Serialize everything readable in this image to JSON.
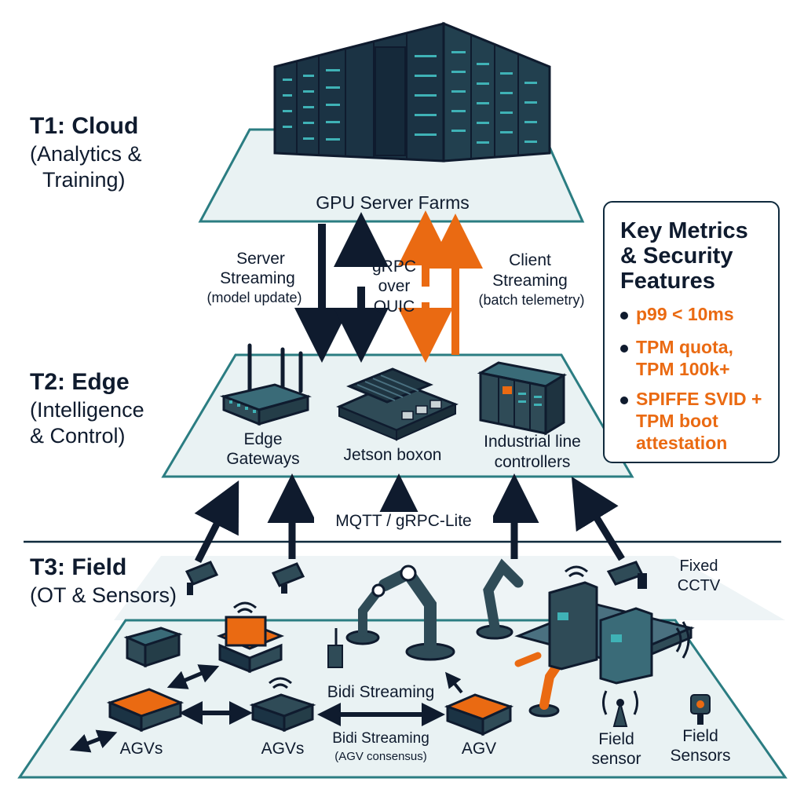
{
  "tiers": {
    "t1": {
      "title": "T1: Cloud",
      "subtitle_l1": "(Analytics &",
      "subtitle_l2": "Training)",
      "node": "GPU Server Farms"
    },
    "t2": {
      "title": "T2: Edge",
      "subtitle_l1": "(Intelligence",
      "subtitle_l2": "& Control)",
      "nodes": {
        "gateways_l1": "Edge",
        "gateways_l2": "Gateways",
        "jetson": "Jetson boxon",
        "controllers_l1": "Industrial line",
        "controllers_l2": "controllers"
      }
    },
    "t3": {
      "title": "T3: Field",
      "subtitle": "(OT & Sensors)"
    }
  },
  "links": {
    "server_streaming": {
      "l1": "Server",
      "l2": "Streaming",
      "note": "(model update)"
    },
    "grpc": {
      "l1": "gRPC",
      "l2": "over",
      "l3": "QUIC"
    },
    "client_streaming": {
      "l1": "Client",
      "l2": "Streaming",
      "note": "(batch telemetry)"
    },
    "mqtt": "MQTT / gRPC-Lite",
    "bidi_top": "Bidi Streaming",
    "bidi_bottom": "Bidi Streaming",
    "bidi_note": "(AGV consensus)"
  },
  "field": {
    "cctv_l1": "Fixed",
    "cctv_l2": "CCTV",
    "agvs_left": "AGVs",
    "agvs_mid": "AGVs",
    "agv": "AGV",
    "field_sensor_l1": "Field",
    "field_sensor_l2": "sensor",
    "field_sensors_l1": "Field",
    "field_sensors_l2": "Sensors"
  },
  "metrics": {
    "title_l1": "Key Metrics",
    "title_l2": "& Security",
    "title_l3": "Features",
    "items": [
      {
        "l1": "p99 < 10ms",
        "l2": ""
      },
      {
        "l1": "TPM quota,",
        "l2": "TPM 100k+"
      },
      {
        "l1": "SPIFFE SVID +",
        "l2": "TPM boot",
        "l3": "attestation"
      }
    ]
  },
  "colors": {
    "navy": "#0f1b2e",
    "teal": "#2b7d82",
    "orange": "#ea6a12",
    "platform": "#e9f2f3",
    "device": "#2f4b57"
  }
}
